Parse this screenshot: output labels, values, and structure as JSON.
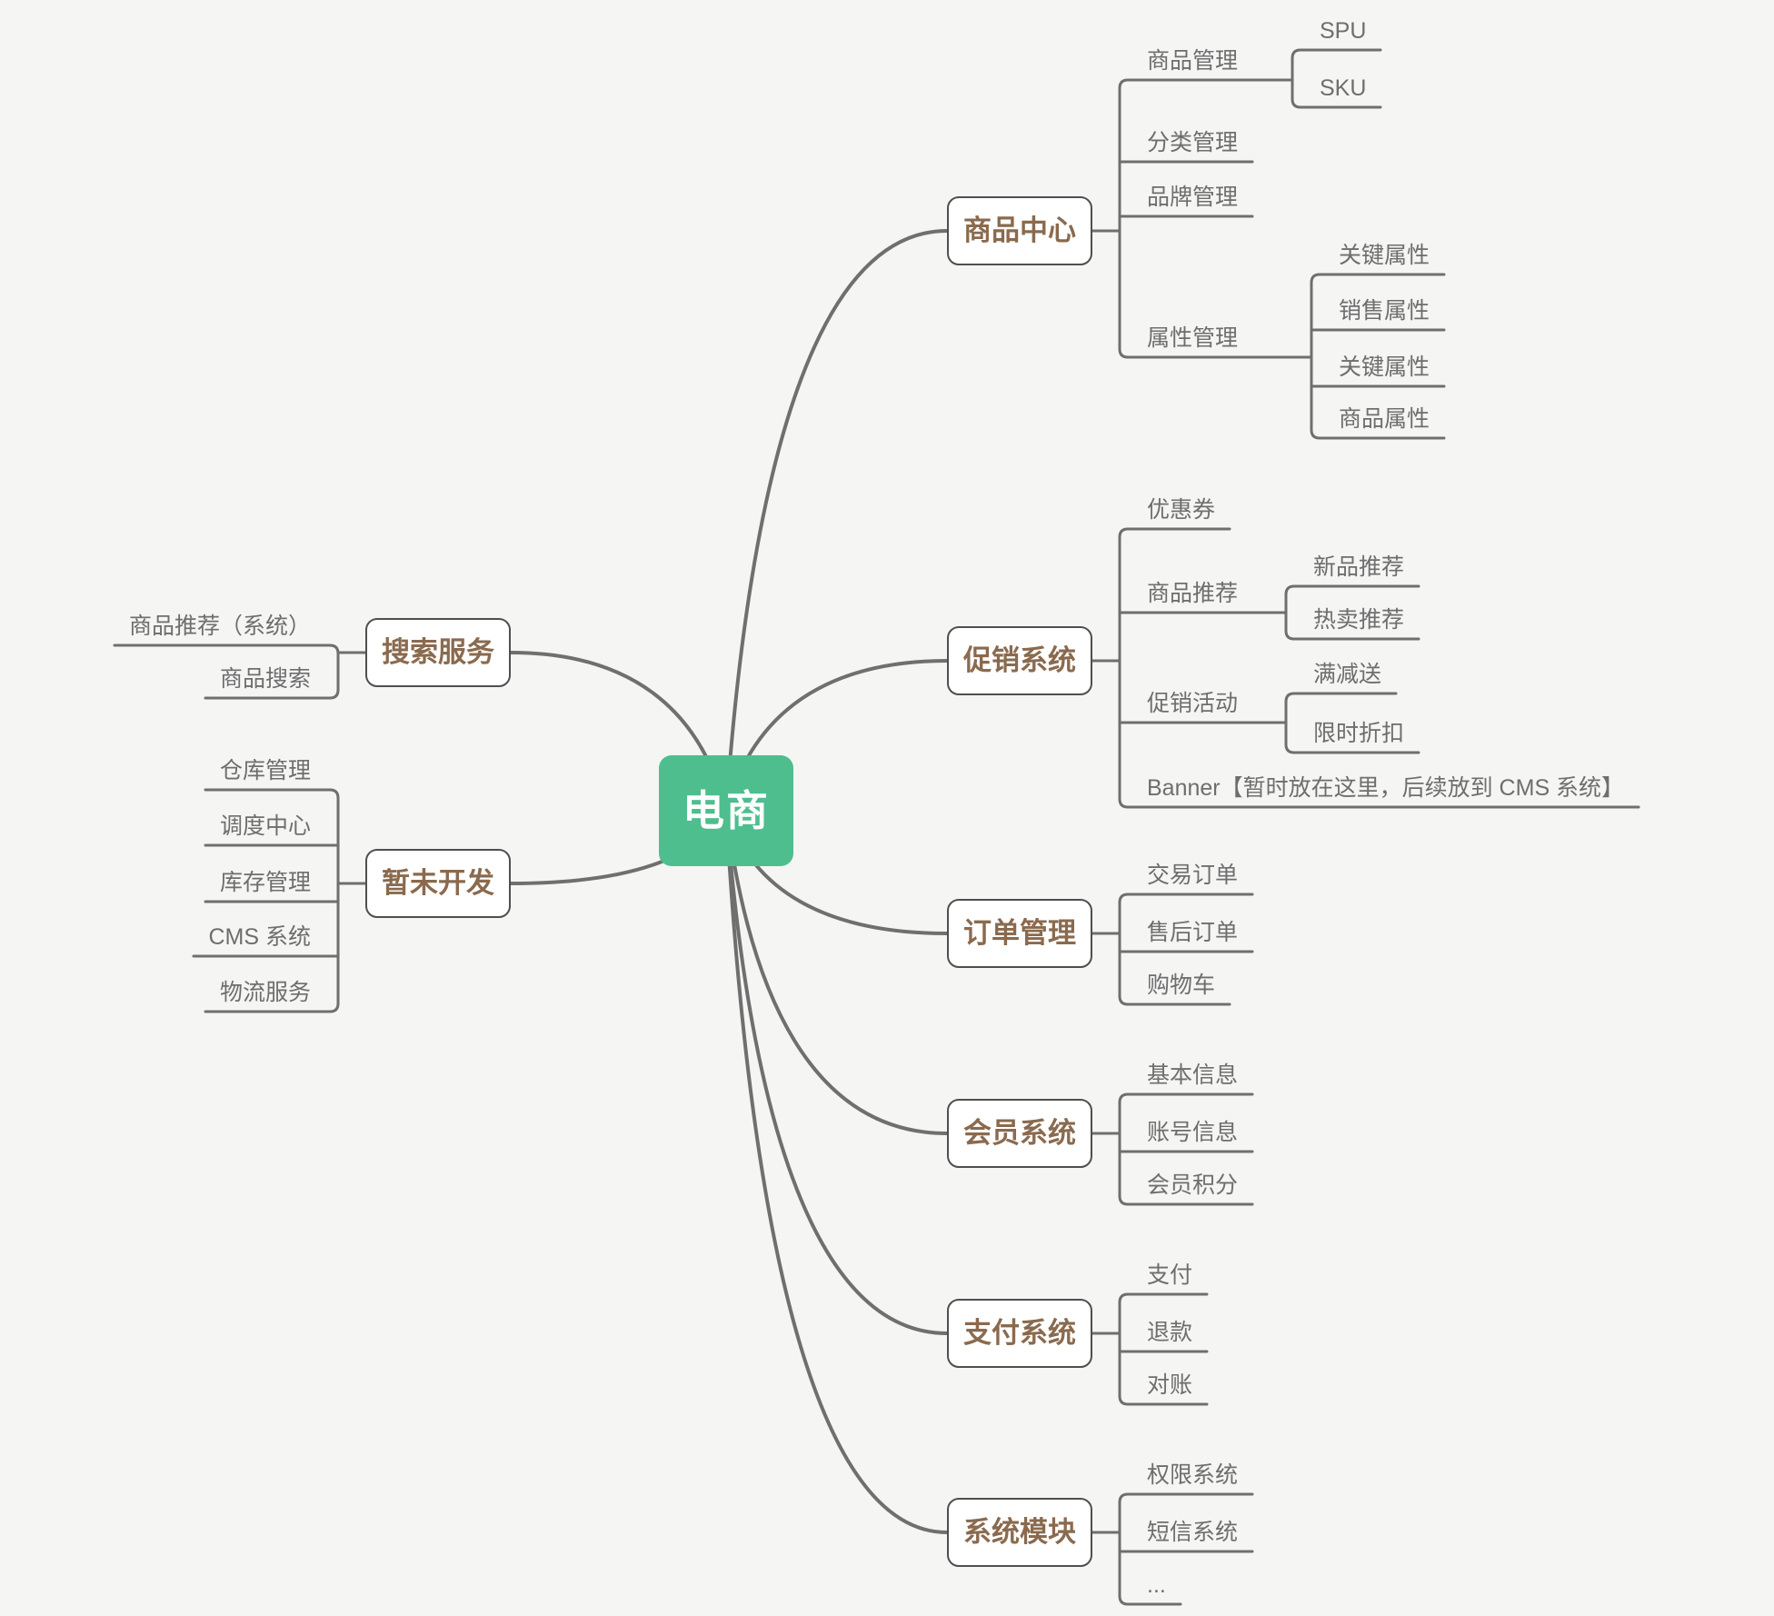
{
  "app": {
    "background": "#f5f5f4",
    "line_color": "#6f6f6f",
    "box_border_color": "#4f4f4f",
    "box_text_color": "#8a6a4e",
    "label_text_color": "#6e6e6e"
  },
  "root": {
    "label": "电商",
    "fill": "#4ebe8f",
    "text_color": "#ffffff"
  },
  "branches": [
    {
      "label": "商品中心",
      "children": [
        {
          "label": "商品管理",
          "children": [
            {
              "label": "SPU"
            },
            {
              "label": "SKU"
            }
          ]
        },
        {
          "label": "分类管理"
        },
        {
          "label": "品牌管理"
        },
        {
          "label": "属性管理",
          "children": [
            {
              "label": "关键属性"
            },
            {
              "label": "销售属性"
            },
            {
              "label": "关键属性"
            },
            {
              "label": "商品属性"
            }
          ]
        }
      ]
    },
    {
      "label": "促销系统",
      "children": [
        {
          "label": "优惠券"
        },
        {
          "label": "商品推荐",
          "children": [
            {
              "label": "新品推荐"
            },
            {
              "label": "热卖推荐"
            }
          ]
        },
        {
          "label": "促销活动",
          "children": [
            {
              "label": "满减送"
            },
            {
              "label": "限时折扣"
            }
          ]
        },
        {
          "label": "Banner【暂时放在这里，后续放到 CMS 系统】"
        }
      ]
    },
    {
      "label": "订单管理",
      "children": [
        {
          "label": "交易订单"
        },
        {
          "label": "售后订单"
        },
        {
          "label": "购物车"
        }
      ]
    },
    {
      "label": "会员系统",
      "children": [
        {
          "label": "基本信息"
        },
        {
          "label": "账号信息"
        },
        {
          "label": "会员积分"
        }
      ]
    },
    {
      "label": "支付系统",
      "children": [
        {
          "label": "支付"
        },
        {
          "label": "退款"
        },
        {
          "label": "对账"
        }
      ]
    },
    {
      "label": "系统模块",
      "children": [
        {
          "label": "权限系统"
        },
        {
          "label": "短信系统"
        },
        {
          "label": "..."
        }
      ]
    },
    {
      "label": "搜索服务",
      "children": [
        {
          "label": "商品推荐（系统）"
        },
        {
          "label": "商品搜索"
        }
      ]
    },
    {
      "label": "暂未开发",
      "children": [
        {
          "label": "仓库管理"
        },
        {
          "label": "调度中心"
        },
        {
          "label": "库存管理"
        },
        {
          "label": "CMS 系统"
        },
        {
          "label": "物流服务"
        }
      ]
    }
  ]
}
